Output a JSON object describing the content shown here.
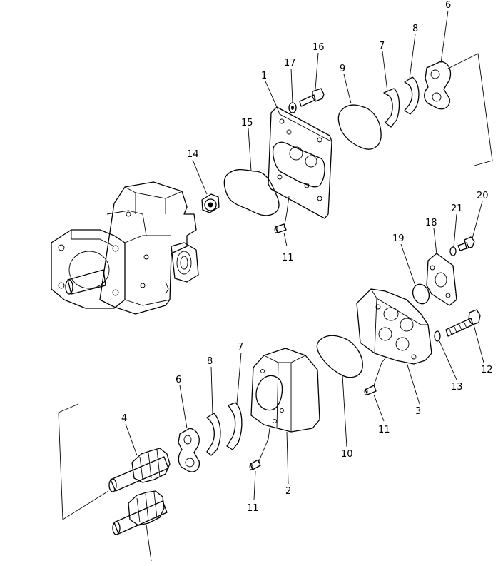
{
  "diagram": {
    "callouts": {
      "c6_top": "6",
      "c8_top": "8",
      "c7_top": "7",
      "c16": "16",
      "c17": "17",
      "c1": "1",
      "c9": "9",
      "c15": "15",
      "c14": "14",
      "c11_top": "11",
      "c20": "20",
      "c21": "21",
      "c18": "18",
      "c19": "19",
      "c12": "12",
      "c13": "13",
      "c3": "3",
      "c11_mid": "11",
      "c10": "10",
      "c7_bot": "7",
      "c8_bot": "8",
      "c6_bot": "6",
      "c4": "4",
      "c2": "2",
      "c11_bot": "11"
    }
  }
}
